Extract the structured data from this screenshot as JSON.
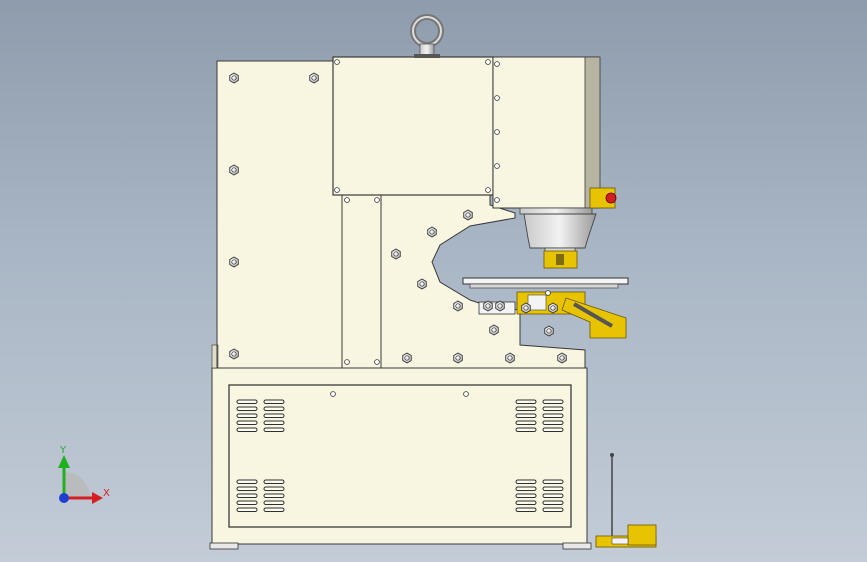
{
  "viewport": {
    "background_top": "#8e9cad",
    "background_bottom": "#c3ccd7"
  },
  "model": {
    "body_color": "#f8f5e0",
    "outline_color": "#3a3a3a",
    "accent_color": "#e8c400",
    "emergency_stop_color": "#d02020",
    "upper_cabinet": "upper-cabinet",
    "lower_cabinet": "lower-cabinet",
    "punch_head": "punch-head",
    "work_table": "work-table",
    "foot_pedal": "foot-pedal"
  },
  "triad": {
    "x_label": "X",
    "y_label": "Y",
    "x_color": "#d42020",
    "y_color": "#20b020",
    "z_color": "#1f3fd0"
  }
}
